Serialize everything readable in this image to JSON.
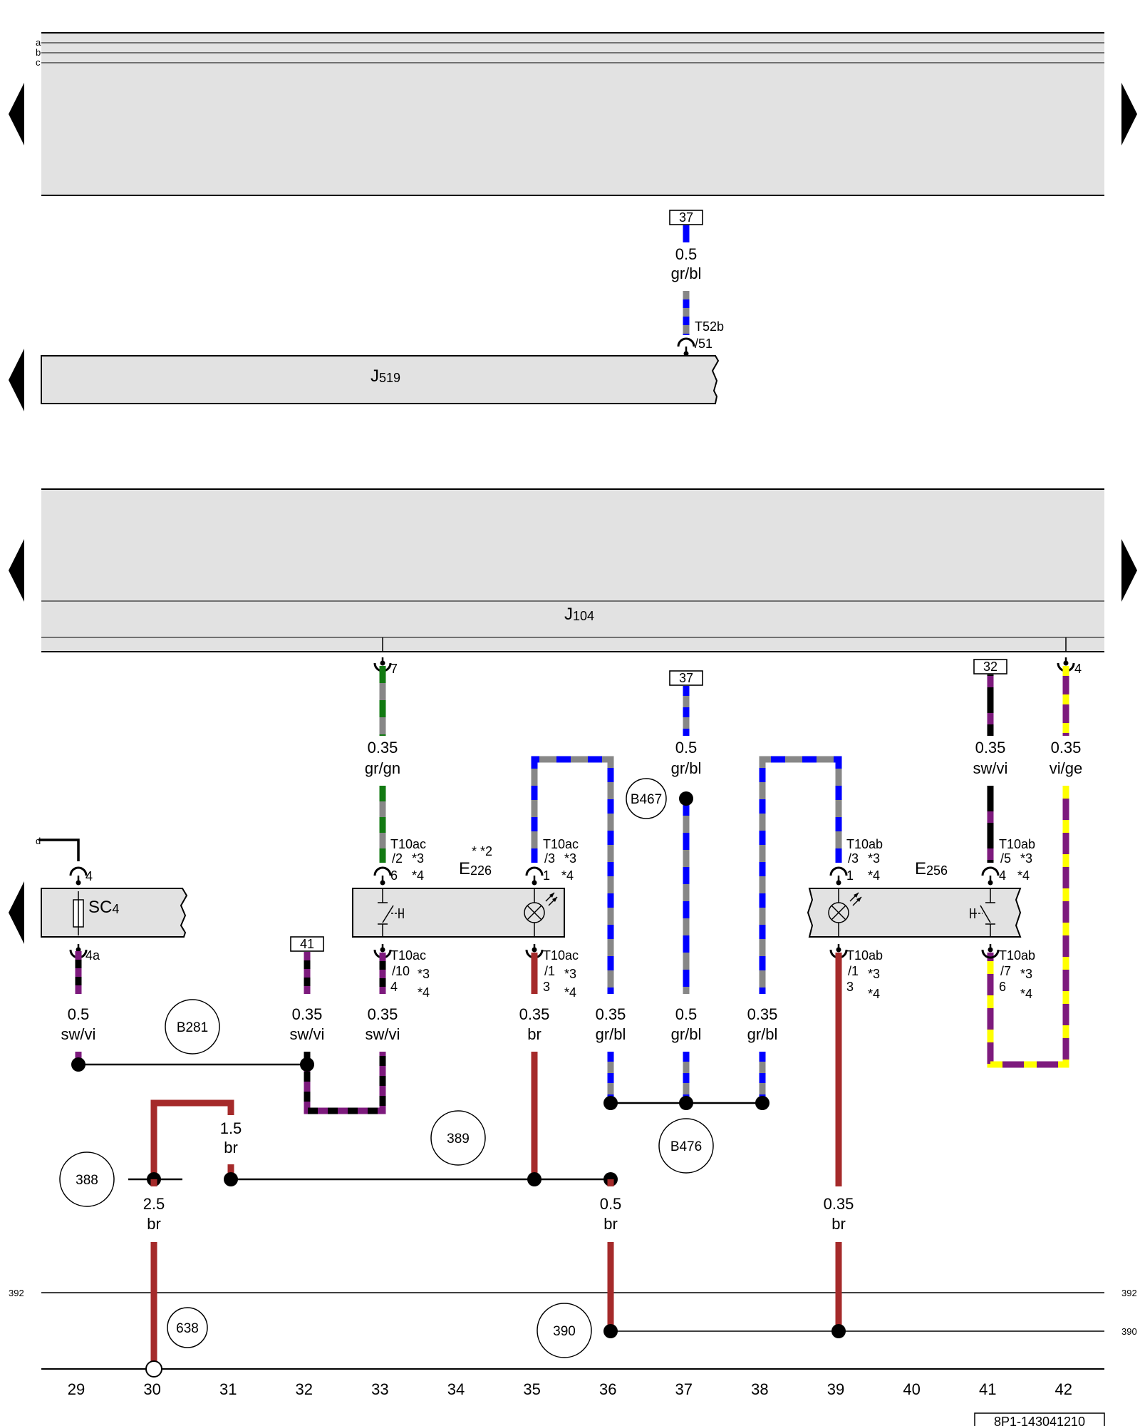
{
  "margin_left": {
    "a": "a",
    "b": "b",
    "c": "c",
    "d": "d"
  },
  "components": {
    "j519": "J",
    "j519_sub": "519",
    "j104": "J",
    "j104_sub": "104",
    "sc4": "SC",
    "sc4_sub": "4",
    "e226": "E",
    "e226_sub": "226",
    "e226_marks": "*  *2",
    "e256": "E",
    "e256_sub": "256"
  },
  "ref_boxes": {
    "r37_top": "37",
    "r37_mid": "37",
    "r32": "32",
    "r41": "41"
  },
  "wire_labels": {
    "w37_top": [
      "0.5",
      "gr/bl"
    ],
    "w33_top": [
      "0.35",
      "gr/gn"
    ],
    "w37_mid": [
      "0.5",
      "gr/bl"
    ],
    "w41_top": [
      "0.35",
      "sw/vi"
    ],
    "w42_top": [
      "0.35",
      "vi/ge"
    ],
    "w29": [
      "0.5",
      "sw/vi"
    ],
    "w32": [
      "0.35",
      "sw/vi"
    ],
    "w33_bot": [
      "0.35",
      "sw/vi"
    ],
    "w35": [
      "0.35",
      "br"
    ],
    "w36": [
      "0.35",
      "gr/bl"
    ],
    "w37_bot": [
      "0.5",
      "gr/bl"
    ],
    "w38": [
      "0.35",
      "gr/bl"
    ],
    "w31": [
      "1.5",
      "br"
    ],
    "w30": [
      "2.5",
      "br"
    ],
    "w36_low": [
      "0.5",
      "br"
    ],
    "w39": [
      "0.35",
      "br"
    ]
  },
  "connectors": {
    "t52b": [
      "T52b",
      "/51"
    ],
    "j104_pin7": "7",
    "j104_pin4": "4",
    "sc4_top": "4",
    "sc4_bot": "4a",
    "t10ac_2": [
      "T10ac",
      "/2",
      "6",
      "*3",
      "*4"
    ],
    "t10ac_3": [
      "T10ac",
      "/3",
      "1",
      "*3",
      "*4"
    ],
    "t10ac_10": [
      "T10ac",
      "/10",
      "4",
      "*3",
      "*4"
    ],
    "t10ac_1": [
      "T10ac",
      "/1",
      "3",
      "*3",
      "*4"
    ],
    "t10ab_3": [
      "T10ab",
      "/3",
      "1",
      "*3",
      "*4"
    ],
    "t10ab_5": [
      "T10ab",
      "/5",
      "4",
      "*3",
      "*4"
    ],
    "t10ab_1": [
      "T10ab",
      "/1",
      "3",
      "*3",
      "*4"
    ],
    "t10ab_7": [
      "T10ab",
      "/7",
      "6",
      "*3",
      "*4"
    ]
  },
  "circles": {
    "b467": "B467",
    "b281": "B281",
    "b476": "B476",
    "c389": "389",
    "c388": "388",
    "c638": "638",
    "c390": "390"
  },
  "bus_labels": {
    "b392_l": "392",
    "b392_r": "392",
    "b390_r": "390"
  },
  "track_numbers": [
    "29",
    "30",
    "31",
    "32",
    "33",
    "34",
    "35",
    "36",
    "37",
    "38",
    "39",
    "40",
    "41",
    "42"
  ],
  "footer_code": "8P1-143041210",
  "colors": {
    "gray": "#878787",
    "blue": "#0000ff",
    "green": "#127a12",
    "violet": "#7d1a7d",
    "black": "#000000",
    "yellow": "#ffff00",
    "brown": "#a52a2a",
    "panel": "#e2e2e2"
  }
}
